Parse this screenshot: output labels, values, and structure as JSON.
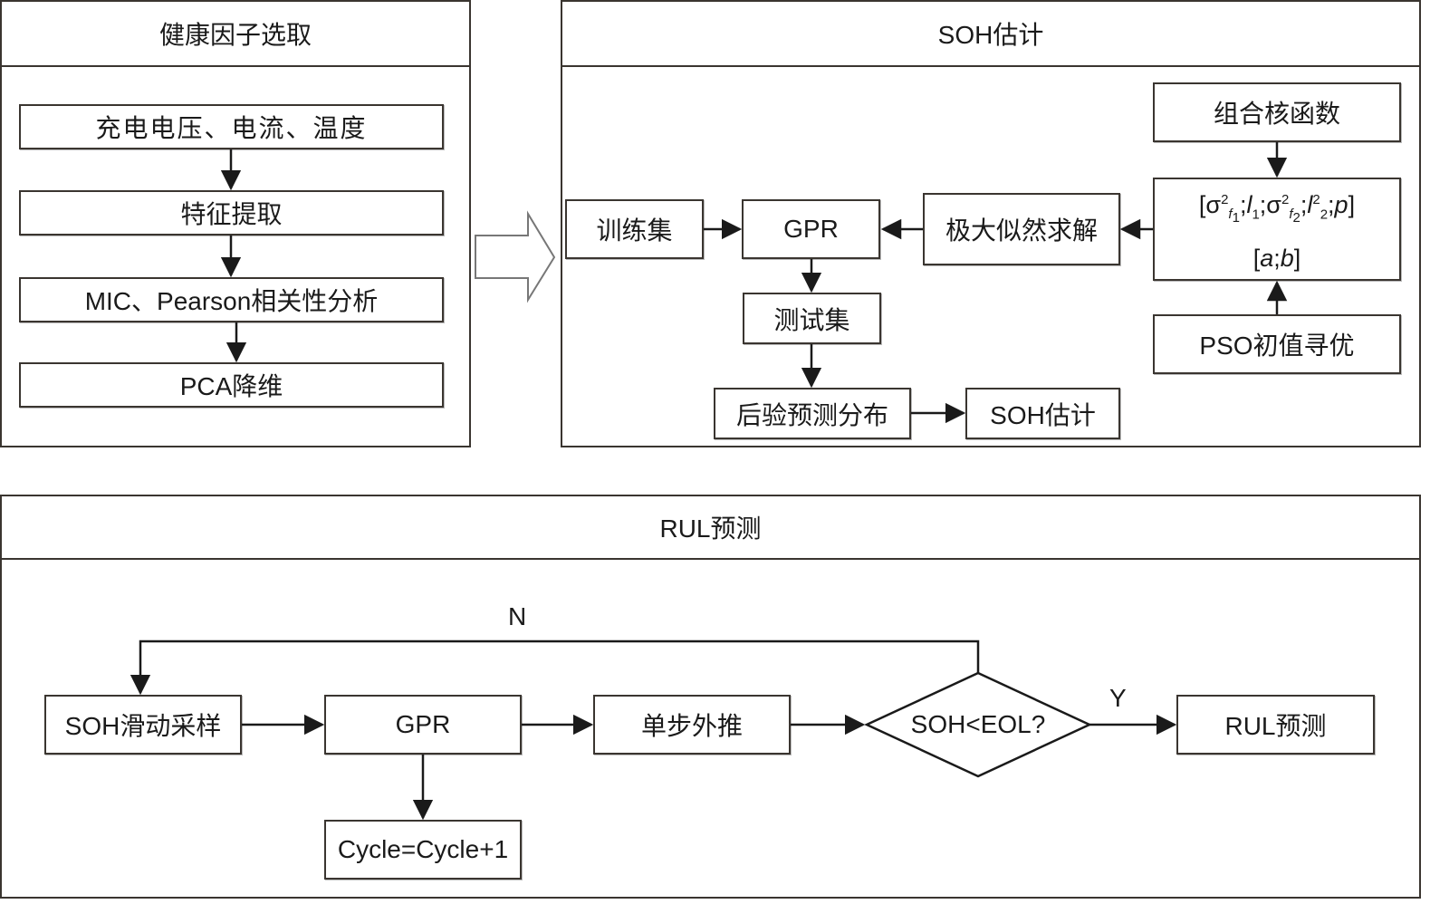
{
  "panels": {
    "health_factor": {
      "title": "健康因子选取",
      "steps": [
        "充电电压、电流、温度",
        "特征提取",
        "MIC、Pearson相关性分析",
        "PCA降维"
      ]
    },
    "soh_estimation": {
      "title": "SOH估计",
      "nodes": {
        "training_set": "训练集",
        "gpr": "GPR",
        "mle": "极大似然求解",
        "combined_kernel": "组合核函数",
        "hyperparams_line1": "[σ²f1;l1;σ²f2;l²2;p]",
        "hyperparams_line2": "[a;b]",
        "pso": "PSO初值寻优",
        "test_set": "测试集",
        "posterior": "后验预测分布",
        "soh_output": "SOH估计"
      }
    },
    "rul_prediction": {
      "title": "RUL预测",
      "nodes": {
        "soh_sampling": "SOH滑动采样",
        "gpr": "GPR",
        "extrapolate": "单步外推",
        "decision": "SOH<EOL?",
        "rul_output": "RUL预测",
        "cycle_increment": "Cycle=Cycle+1"
      },
      "labels": {
        "no": "N",
        "yes": "Y"
      }
    }
  }
}
